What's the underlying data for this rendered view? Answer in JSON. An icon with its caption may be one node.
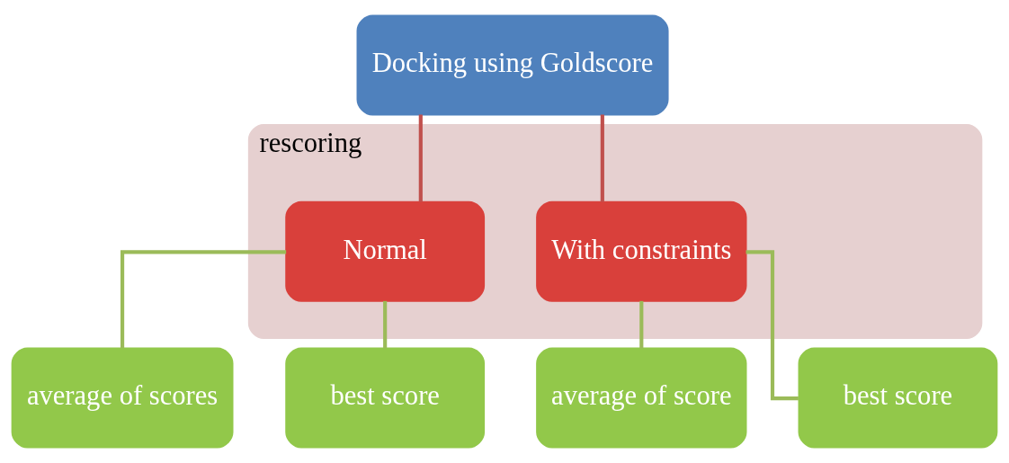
{
  "diagram": {
    "nodes": [
      {
        "text": [
          "Docking using Goldscore"
        ]
      },
      {
        "text": [
          "rescoring"
        ]
      },
      {
        "text": [
          "Normal"
        ],
        "in": 1
      },
      {
        "text": [
          "With constraints"
        ],
        "in": 1
      },
      {
        "text": [
          "average of scores"
        ]
      },
      {
        "text": [
          "best score"
        ]
      },
      {
        "text": [
          "average of score"
        ]
      },
      {
        "text": [
          "best score"
        ]
      }
    ],
    "edges": [
      {
        "from": 0,
        "to": 2,
        "arrow": "none",
        "color": "#c0504d"
      },
      {
        "from": 0,
        "to": 3,
        "arrow": "none",
        "color": "#c0504d"
      },
      {
        "from": 2,
        "to": 4,
        "arrow": "none"
      },
      {
        "from": 2,
        "to": 5,
        "arrow": "none"
      },
      {
        "from": 3,
        "to": 6,
        "arrow": "none"
      },
      {
        "from": 3,
        "to": 7,
        "arrow": "none"
      }
    ]
  }
}
